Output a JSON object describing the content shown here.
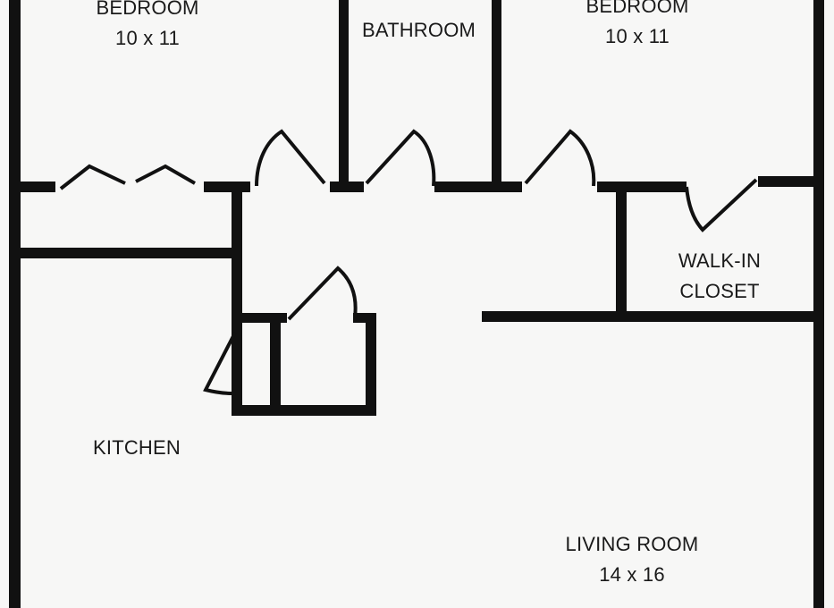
{
  "colors": {
    "background": "#f7f7f6",
    "wall": "#111111",
    "text": "#1a1a1a"
  },
  "rooms": {
    "bedroom_left": {
      "name": "BEDROOM",
      "size": "10 x 11"
    },
    "bathroom": {
      "name": "BATHROOM"
    },
    "bedroom_right": {
      "name": "BEDROOM",
      "size": "10 x 11"
    },
    "walk_in_closet": {
      "line1": "WALK-IN",
      "line2": "CLOSET"
    },
    "kitchen": {
      "name": "KITCHEN"
    },
    "living_room": {
      "name": "LIVING ROOM",
      "size": "14 x 16"
    }
  }
}
